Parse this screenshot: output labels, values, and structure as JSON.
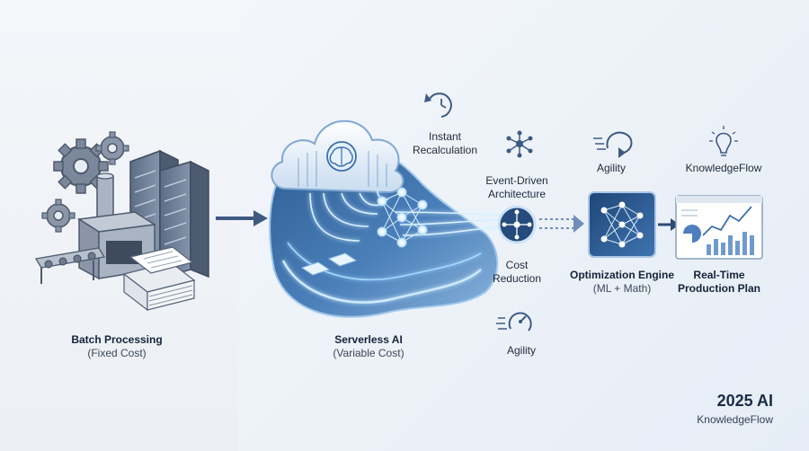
{
  "stages": {
    "batch": {
      "title": "Batch Processing",
      "subtitle": "(Fixed Cost)"
    },
    "serverless": {
      "title": "Serverless AI",
      "subtitle": "(Variable Cost)"
    },
    "optimization": {
      "title": "Optimization Engine",
      "subtitle": "(ML + Math)"
    },
    "plan": {
      "line1": "Real-Time",
      "line2": "Production Plan"
    }
  },
  "features": {
    "instant": {
      "line1": "Instant",
      "line2": "Recalculation"
    },
    "event": {
      "line1": "Event-Driven",
      "line2": "Architecture"
    },
    "cost": {
      "line1": "Cost",
      "line2": "Reduction"
    },
    "agility_top": "Agility",
    "agility_bottom": "Agility",
    "knowledge": "KnowledgeFlow"
  },
  "branding": {
    "year": "2025 AI",
    "name": "KnowledgeFlow"
  },
  "colors": {
    "navy": "#1f3a63",
    "accent": "#3d6fb0",
    "glow": "#7fc4f5",
    "steel": "#6b7b93"
  }
}
